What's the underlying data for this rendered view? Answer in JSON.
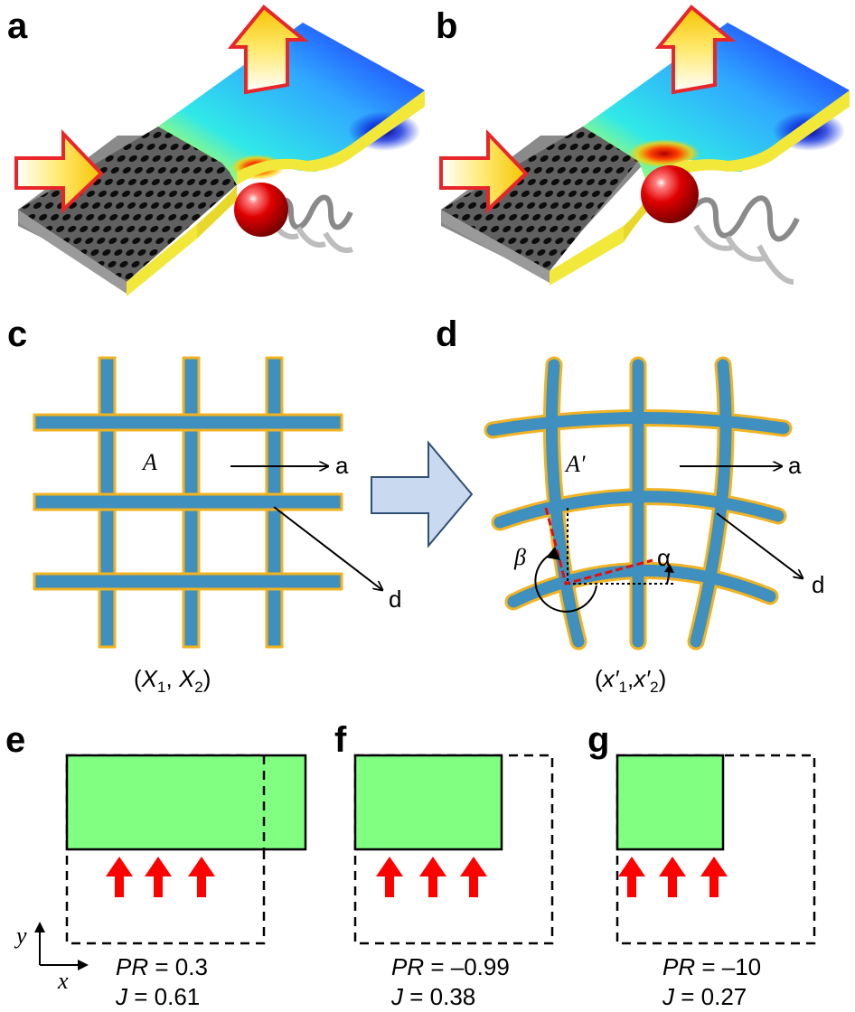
{
  "panels": {
    "a": "a",
    "b": "b",
    "c": "c",
    "d": "d",
    "e": "e",
    "f": "f",
    "g": "g"
  },
  "panel_c": {
    "cell_label": "A",
    "arrow_a": "a",
    "arrow_d": "d",
    "coord_open": "(",
    "coord_x1": "X",
    "coord_sub1": "1",
    "coord_sep": ", ",
    "coord_x2": "X",
    "coord_sub2": "2",
    "coord_close": ")"
  },
  "panel_d": {
    "cell_label": "A′",
    "arrow_a": "a",
    "arrow_d": "d",
    "beta": "β",
    "alpha": "α",
    "coord_open": "(",
    "coord_x1": "x′",
    "coord_sub1": "1",
    "coord_sep": ",",
    "coord_x2": "x′",
    "coord_sub2": "2",
    "coord_close": ")"
  },
  "panel_e": {
    "pr_label": "PR",
    "pr_value": " = 0.3",
    "j_label": "J",
    "j_value": " = 0.61"
  },
  "panel_f": {
    "pr_label": "PR",
    "pr_value": " = –0.99",
    "j_label": "J",
    "j_value": " = 0.38"
  },
  "panel_g": {
    "pr_label": "PR",
    "pr_value": " = –10",
    "j_label": "J",
    "j_value": " = 0.27"
  },
  "axes": {
    "y": "y",
    "x": "x"
  },
  "colors": {
    "lattice_fill": "#3f8fbf",
    "lattice_edge": "#f0b323",
    "block_fill": "#80ff80",
    "force_arrow": "#ff0000",
    "transition_arrow": "#c9d9ef",
    "sphere": "#e00000",
    "plate_edge": "#f2e83a"
  }
}
